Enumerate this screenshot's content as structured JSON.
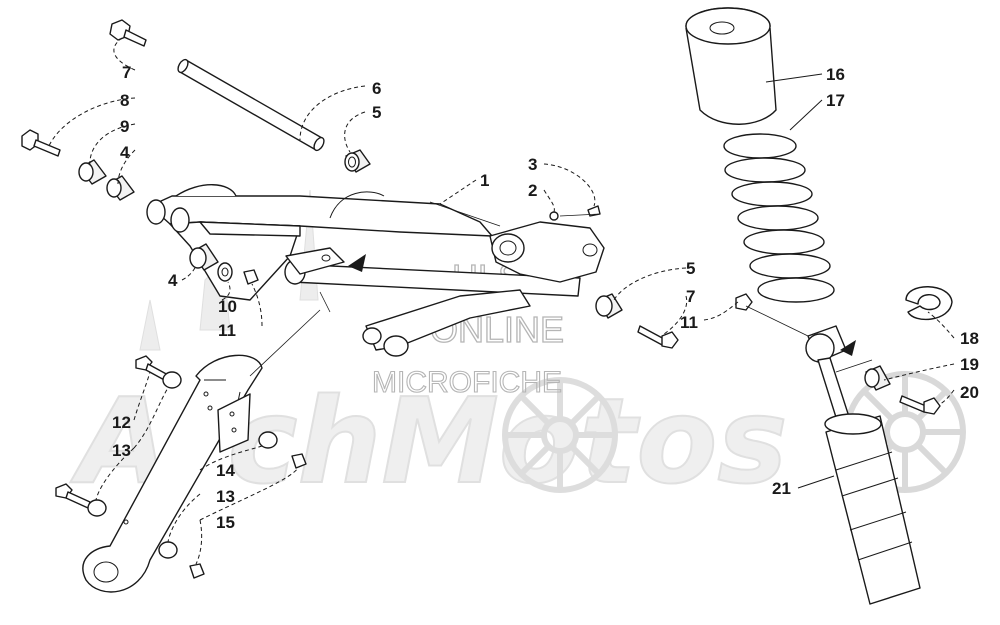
{
  "watermark": {
    "line1": "HLSM",
    "line2": "ONLINE",
    "line3": "MICROFICHE",
    "brand": "ArchMotos"
  },
  "callouts": [
    {
      "id": "c7a",
      "label": "7"
    },
    {
      "id": "c8",
      "label": "8"
    },
    {
      "id": "c9",
      "label": "9"
    },
    {
      "id": "c4a",
      "label": "4"
    },
    {
      "id": "c6",
      "label": "6"
    },
    {
      "id": "c5a",
      "label": "5"
    },
    {
      "id": "c1",
      "label": "1"
    },
    {
      "id": "c3",
      "label": "3"
    },
    {
      "id": "c2",
      "label": "2"
    },
    {
      "id": "c4b",
      "label": "4"
    },
    {
      "id": "c10",
      "label": "10"
    },
    {
      "id": "c11a",
      "label": "11"
    },
    {
      "id": "c5b",
      "label": "5"
    },
    {
      "id": "c7b",
      "label": "7"
    },
    {
      "id": "c11b",
      "label": "11"
    },
    {
      "id": "c16",
      "label": "16"
    },
    {
      "id": "c17",
      "label": "17"
    },
    {
      "id": "c18",
      "label": "18"
    },
    {
      "id": "c19",
      "label": "19"
    },
    {
      "id": "c20",
      "label": "20"
    },
    {
      "id": "c21",
      "label": "21"
    },
    {
      "id": "c12",
      "label": "12"
    },
    {
      "id": "c13a",
      "label": "13"
    },
    {
      "id": "c14",
      "label": "14"
    },
    {
      "id": "c13b",
      "label": "13"
    },
    {
      "id": "c15",
      "label": "15"
    }
  ]
}
